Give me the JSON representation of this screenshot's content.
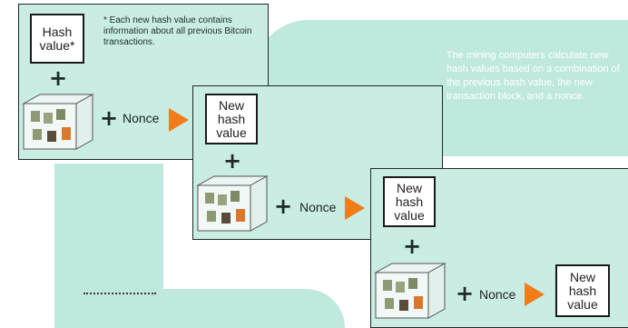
{
  "colors": {
    "panel": "#c9ece3",
    "band": "#bfe8df",
    "arrow": "#f07d1a",
    "border": "#1f2a2a"
  },
  "step1": {
    "hash_label": "Hash value*",
    "footnote": "* Each new hash value contains information about all previous Bitcoin transactions.",
    "nonce": "Nonce"
  },
  "step2": {
    "hash_label": "New hash value",
    "nonce": "Nonce"
  },
  "step3": {
    "hash_label": "New hash value",
    "nonce": "Nonce"
  },
  "step4": {
    "hash_label": "New hash value"
  },
  "description": "The mining computers calculate new hash values based on a combination of the previous hash value, the new transaction block, and a nonce.",
  "icons": [
    "plus-icon",
    "arrow-right-icon",
    "transaction-block-icon"
  ]
}
